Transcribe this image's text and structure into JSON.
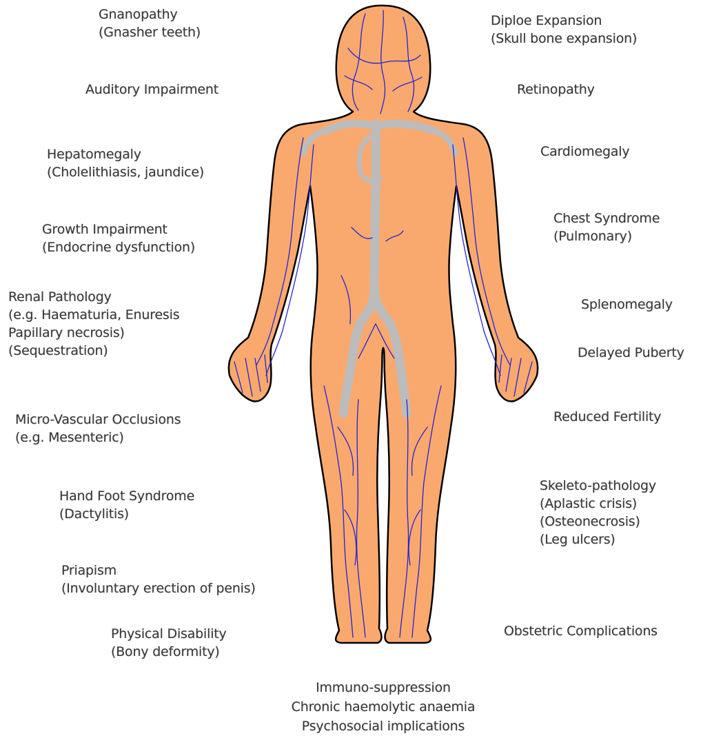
{
  "colors": {
    "body_fill": "#FAA96E",
    "body_outline": "#000000",
    "veins": "#2323d2",
    "vessels": "#bcbcbc",
    "text": "#3a3a3a"
  },
  "left_labels": {
    "gnanopathy": [
      "Gnanopathy",
      "(Gnasher teeth)"
    ],
    "auditory": [
      "Auditory Impairment"
    ],
    "hepatomegaly": [
      "Hepatomegaly",
      "(Cholelithiasis, jaundice)"
    ],
    "growth": [
      "Growth Impairment",
      "(Endocrine dysfunction)"
    ],
    "renal": [
      "Renal Pathology",
      "(e.g. Haematuria, Enuresis",
      "Papillary necrosis)",
      "(Sequestration)"
    ],
    "microvascular": [
      "Micro-Vascular Occlusions",
      "(e.g. Mesenteric)"
    ],
    "hand_foot": [
      "Hand Foot Syndrome",
      "(Dactylitis)"
    ],
    "priapism": [
      "Priapism",
      "(Involuntary erection of penis)"
    ],
    "disability": [
      "Physical Disability",
      "(Bony deformity)"
    ]
  },
  "right_labels": {
    "diploe": [
      "Diploe Expansion",
      "(Skull bone expansion)"
    ],
    "retinopathy": [
      "Retinopathy"
    ],
    "cardiomegaly": [
      "Cardiomegaly"
    ],
    "chest": [
      "Chest Syndrome",
      "(Pulmonary)"
    ],
    "splenomegaly": [
      "Splenomegaly"
    ],
    "puberty": [
      "Delayed Puberty"
    ],
    "fertility": [
      "Reduced Fertility"
    ],
    "skeleto": [
      "Skeleto-pathology",
      "(Aplastic crisis)",
      "(Osteonecrosis)",
      "(Leg ulcers)"
    ],
    "obstetric": [
      "Obstetric Complications"
    ]
  },
  "bottom_labels": [
    "Immuno-suppression",
    "Chronic haemolytic anaemia",
    "Psychosocial implications"
  ]
}
